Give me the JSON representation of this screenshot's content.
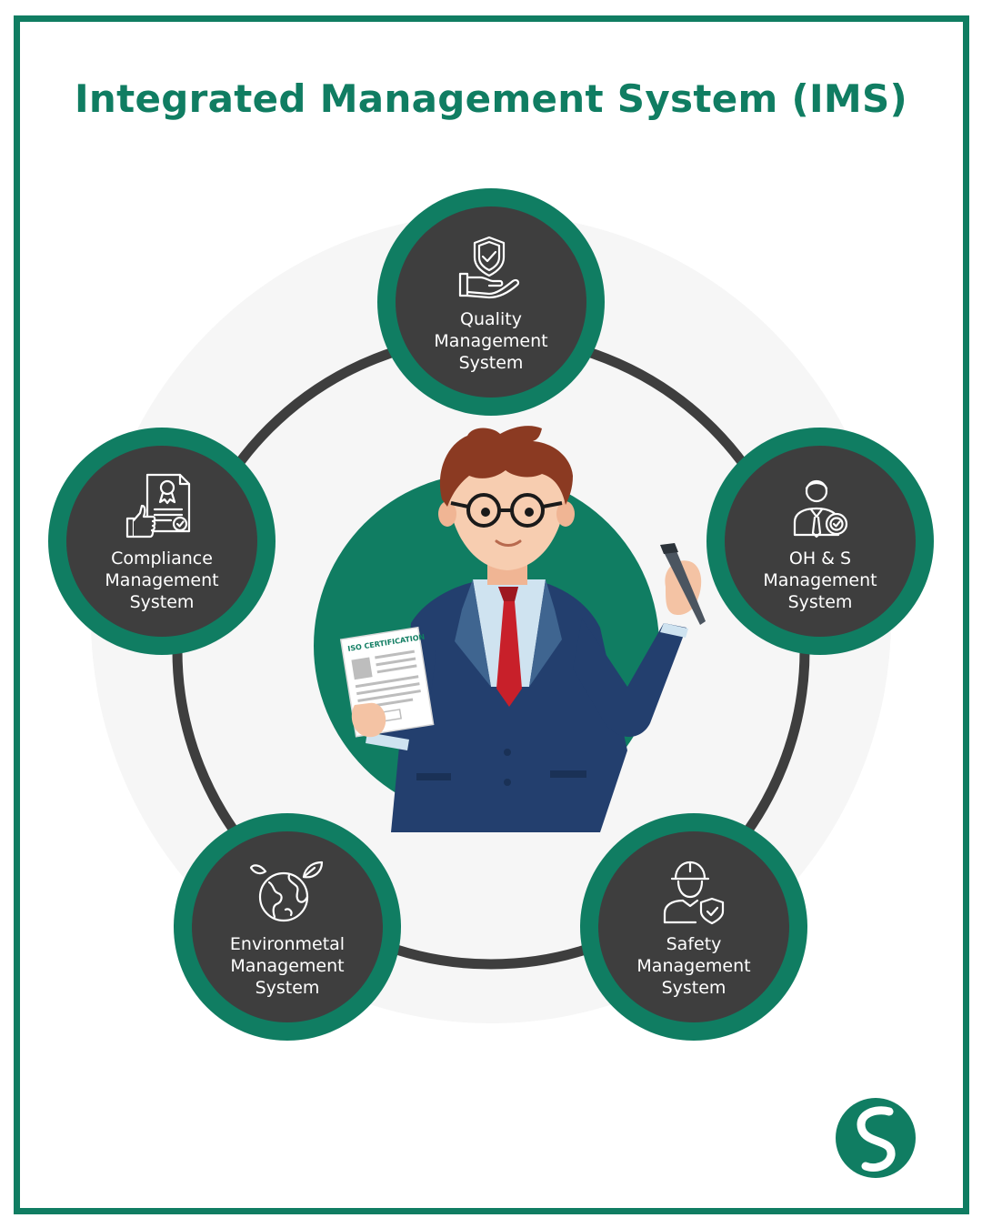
{
  "title": "Integrated Management System (IMS)",
  "colors": {
    "brand": "#107d62",
    "node_fill": "#3e3e3e",
    "ring": "#3e3e3e"
  },
  "nodes": [
    {
      "id": "quality",
      "icon": "hand-shield-icon",
      "lines": [
        "Quality",
        "Management",
        "System"
      ]
    },
    {
      "id": "ohs",
      "icon": "businessman-badge-icon",
      "lines": [
        "OH & S",
        "Management",
        "System"
      ]
    },
    {
      "id": "safety",
      "icon": "worker-shield-icon",
      "lines": [
        "Safety",
        "Management",
        "System"
      ]
    },
    {
      "id": "env",
      "icon": "globe-leaf-icon",
      "lines": [
        "Environmetal",
        "Management",
        "System"
      ]
    },
    {
      "id": "compliance",
      "icon": "certificate-thumbs-up-icon",
      "lines": [
        "Compliance",
        "Management",
        "System"
      ]
    }
  ],
  "document": {
    "heading": "ISO CERTIFICATION"
  }
}
